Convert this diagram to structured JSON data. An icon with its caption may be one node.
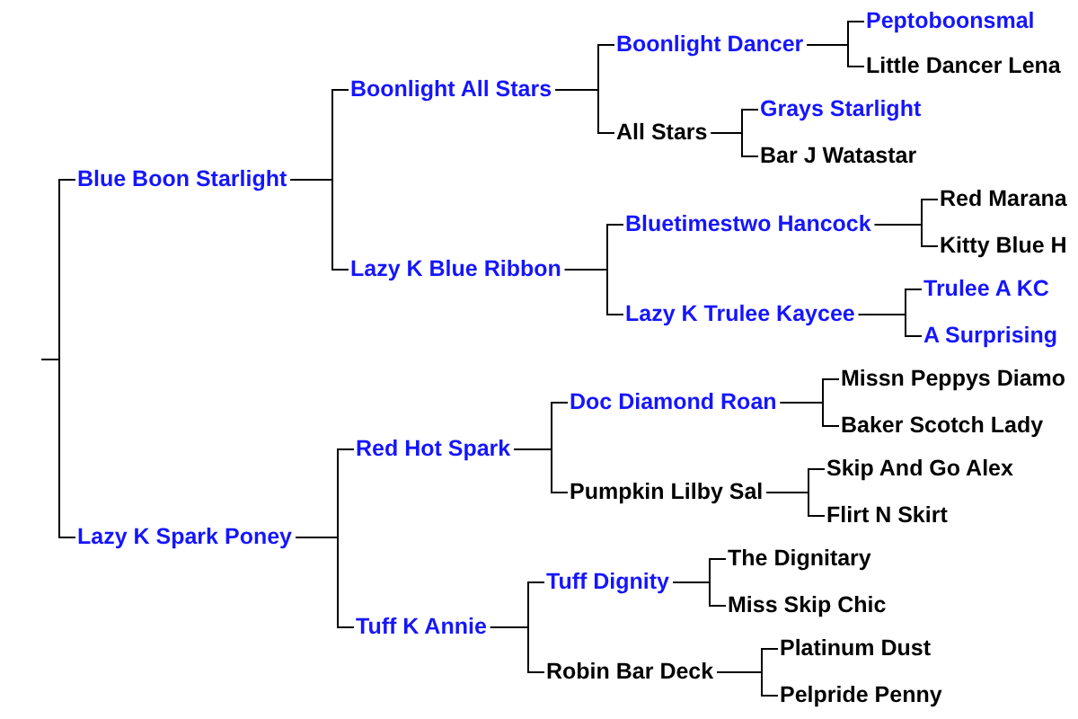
{
  "diagram": {
    "nodes": [
      {
        "text": [
          "Blue Boon Starlight"
        ]
      },
      {
        "text": [
          "Lazy K Spark Poney"
        ]
      },
      {
        "text": [
          "Boonlight All Stars"
        ]
      },
      {
        "text": [
          "Lazy K Blue Ribbon"
        ]
      },
      {
        "text": [
          "Red Hot Spark"
        ]
      },
      {
        "text": [
          "Tuff K Annie"
        ]
      },
      {
        "text": [
          "Boonlight Dancer"
        ]
      },
      {
        "text": [
          "All Stars"
        ]
      },
      {
        "text": [
          "Bluetimestwo Hancock"
        ]
      },
      {
        "text": [
          "Lazy K Trulee Kaycee"
        ]
      },
      {
        "text": [
          "Doc Diamond Roan"
        ]
      },
      {
        "text": [
          "Pumpkin Lilby Sal"
        ]
      },
      {
        "text": [
          "Tuff Dignity"
        ]
      },
      {
        "text": [
          "Robin Bar Deck"
        ]
      },
      {
        "text": [
          "Peptoboonsmal"
        ]
      },
      {
        "text": [
          "Little Dancer Lena"
        ]
      },
      {
        "text": [
          "Grays Starlight"
        ]
      },
      {
        "text": [
          "Bar J Watastar"
        ]
      },
      {
        "text": [
          "Red Marana"
        ]
      },
      {
        "text": [
          "Kitty Blue H"
        ]
      },
      {
        "text": [
          "Trulee A KC"
        ]
      },
      {
        "text": [
          "A Surprising"
        ]
      },
      {
        "text": [
          "Missn Peppys Diamo"
        ]
      },
      {
        "text": [
          "Baker Scotch Lady"
        ]
      },
      {
        "text": [
          "Skip And Go Alex"
        ]
      },
      {
        "text": [
          "Flirt N Skirt"
        ]
      },
      {
        "text": [
          "The Dignitary"
        ]
      },
      {
        "text": [
          "Miss Skip Chic"
        ]
      },
      {
        "text": [
          "Platinum Dust"
        ]
      },
      {
        "text": [
          "Pelpride Penny"
        ]
      }
    ],
    "edges": [
      {
        "from": null,
        "to": 0,
        "arrow": "none"
      },
      {
        "from": null,
        "to": 1,
        "arrow": "none"
      },
      {
        "from": 0,
        "to": 2,
        "arrow": "none"
      },
      {
        "from": 0,
        "to": 3,
        "arrow": "none"
      },
      {
        "from": 1,
        "to": 4,
        "arrow": "none"
      },
      {
        "from": 1,
        "to": 5,
        "arrow": "none"
      },
      {
        "from": 2,
        "to": 6,
        "arrow": "none"
      },
      {
        "from": 2,
        "to": 7,
        "arrow": "none"
      },
      {
        "from": 3,
        "to": 8,
        "arrow": "none"
      },
      {
        "from": 3,
        "to": 9,
        "arrow": "none"
      },
      {
        "from": 4,
        "to": 10,
        "arrow": "none"
      },
      {
        "from": 4,
        "to": 11,
        "arrow": "none"
      },
      {
        "from": 5,
        "to": 12,
        "arrow": "none"
      },
      {
        "from": 5,
        "to": 13,
        "arrow": "none"
      },
      {
        "from": 6,
        "to": 14,
        "arrow": "none"
      },
      {
        "from": 6,
        "to": 15,
        "arrow": "none"
      },
      {
        "from": 7,
        "to": 16,
        "arrow": "none"
      },
      {
        "from": 7,
        "to": 17,
        "arrow": "none"
      },
      {
        "from": 8,
        "to": 18,
        "arrow": "none"
      },
      {
        "from": 8,
        "to": 19,
        "arrow": "none"
      },
      {
        "from": 9,
        "to": 20,
        "arrow": "none"
      },
      {
        "from": 9,
        "to": 21,
        "arrow": "none"
      },
      {
        "from": 10,
        "to": 22,
        "arrow": "none"
      },
      {
        "from": 10,
        "to": 23,
        "arrow": "none"
      },
      {
        "from": 11,
        "to": 24,
        "arrow": "none"
      },
      {
        "from": 11,
        "to": 25,
        "arrow": "none"
      },
      {
        "from": 12,
        "to": 26,
        "arrow": "none"
      },
      {
        "from": 12,
        "to": 27,
        "arrow": "none"
      },
      {
        "from": 13,
        "to": 28,
        "arrow": "none"
      },
      {
        "from": 13,
        "to": 29,
        "arrow": "none"
      }
    ]
  }
}
